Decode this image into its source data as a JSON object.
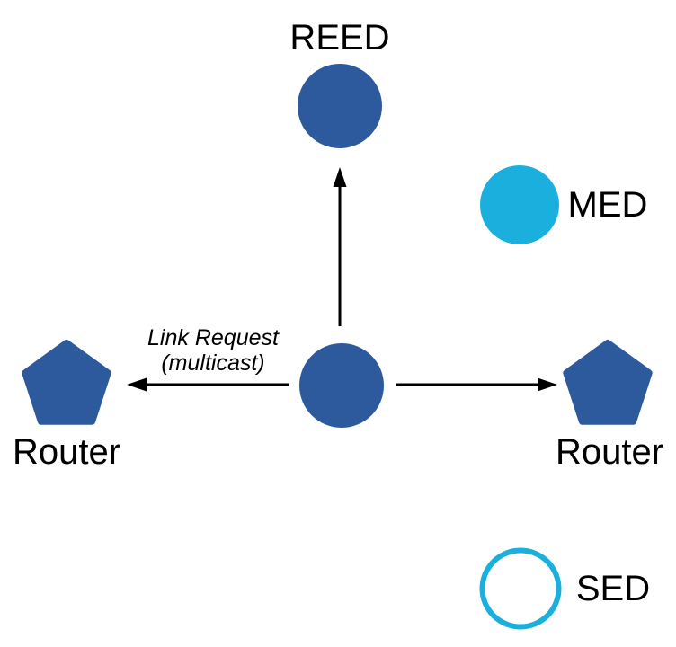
{
  "diagram": {
    "background_color": "#FFFFFF",
    "colors": {
      "router_blue": "#2D5A9D",
      "end_device_cyan": "#1AAFDC",
      "arrow_black": "#000000",
      "text_black": "#000000",
      "sed_fill_white": "#FFFFFF"
    },
    "nodes": {
      "reed": {
        "label": "REED",
        "shape": "filled-circle"
      },
      "med": {
        "label": "MED",
        "shape": "filled-circle"
      },
      "sed": {
        "label": "SED",
        "shape": "outlined-circle"
      },
      "router_left": {
        "label": "Router",
        "shape": "pentagon"
      },
      "router_right": {
        "label": "Router",
        "shape": "pentagon"
      },
      "sender": {
        "label": "",
        "shape": "filled-circle"
      }
    },
    "message": {
      "line1": "Link Request",
      "line2": "(multicast)"
    }
  }
}
